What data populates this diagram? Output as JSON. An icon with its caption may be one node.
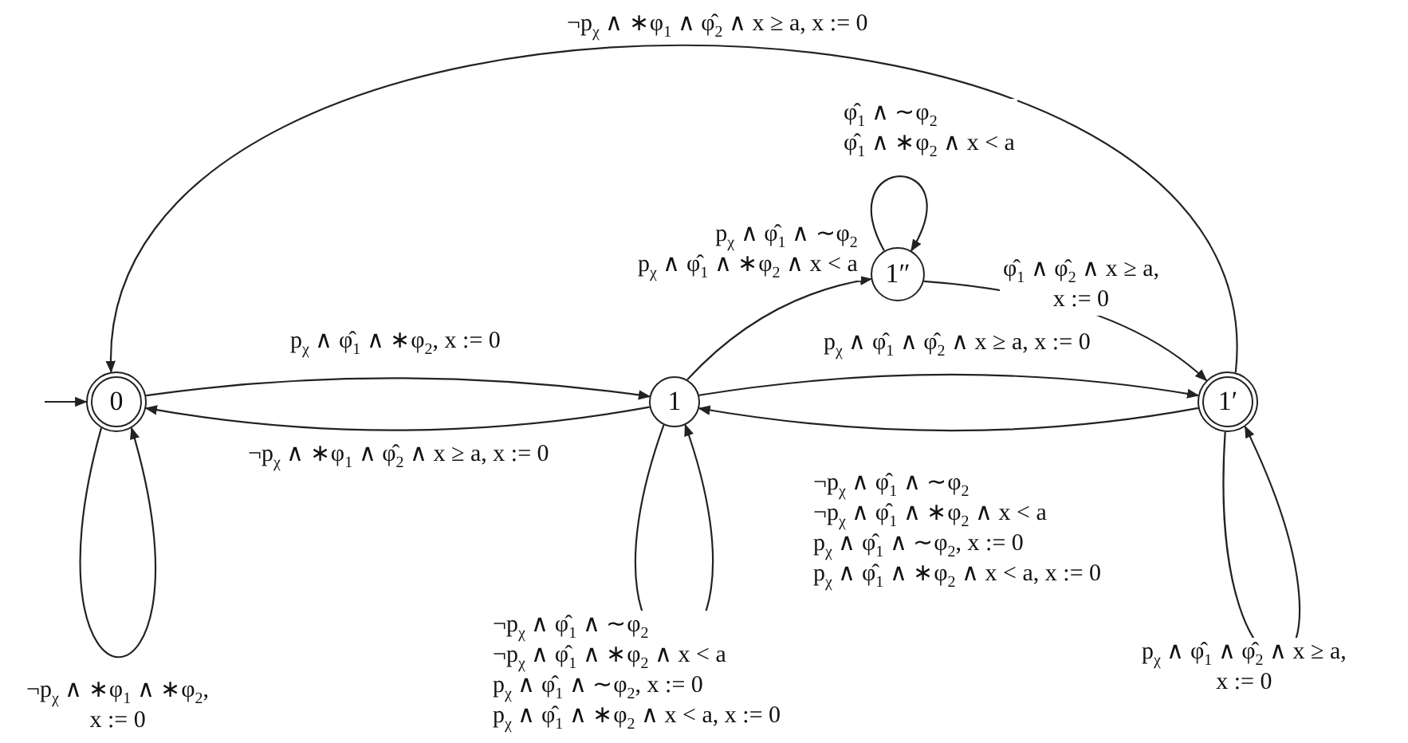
{
  "diagram": {
    "nodes": [
      {
        "text": [
          "0"
        ]
      },
      {
        "text": [
          "1"
        ]
      },
      {
        "text": [
          "1″"
        ]
      },
      {
        "text": [
          "1′"
        ]
      }
    ],
    "edges": [
      {
        "from": null,
        "to": 0,
        "arrow": "to"
      },
      {
        "from": 0,
        "to": 1,
        "arrow": "to",
        "label": "p$_{χ}$ ∧ φ̂$_{1}$ ∧ ∗φ$_{2}$, x := 0"
      },
      {
        "from": 1,
        "to": 0,
        "arrow": "to",
        "label": "¬p$_{χ}$ ∧ ∗φ$_{1}$ ∧ φ̂$_{2}$ ∧ x ≥ a, x := 0"
      },
      {
        "from": 0,
        "to": 0,
        "arrow": "to",
        "label": "¬p$_{χ}$ ∧ ∗φ$_{1}$ ∧ ∗φ$_{2}$, x := 0"
      },
      {
        "from": 1,
        "to": 2,
        "arrow": "to",
        "label": "p$_{χ}$ ∧ φ̂$_{1}$ ∧ ∼φ$_{2}$ p$_{χ}$ ∧ φ̂$_{1}$ ∧ ∗φ$_{2}$ ∧ x < a"
      },
      {
        "from": 2,
        "to": 2,
        "arrow": "to",
        "label": "φ̂$_{1}$ ∧ ∼φ$_{2}$ φ̂$_{1}$ ∧ ∗φ$_{2}$ ∧ x < a"
      },
      {
        "from": 2,
        "to": 3,
        "arrow": "to",
        "label": "φ̂$_{1}$ ∧ φ̂$_{2}$ ∧ x ≥ a, x := 0"
      },
      {
        "from": 1,
        "to": 3,
        "arrow": "to",
        "label": "p$_{χ}$ ∧ φ̂$_{1}$ ∧ φ̂$_{2}$ ∧ x ≥ a, x := 0"
      },
      {
        "from": 3,
        "to": 1,
        "arrow": "to",
        "label": "¬p$_{χ}$ ∧ φ̂$_{1}$ ∧ ∼φ$_{2}$ ¬p$_{χ}$ ∧ φ̂$_{1}$ ∧ ∗φ$_{2}$ ∧ x < a p$_{χ}$ ∧ φ̂$_{1}$ ∧ ∼φ$_{2}$, x := 0 p$_{χ}$ ∧ φ̂$_{1}$ ∧ ∗φ$_{2}$ ∧ x < a, x := 0"
      },
      {
        "from": 1,
        "to": 1,
        "arrow": "to",
        "label": "¬p$_{χ}$ ∧ φ̂$_{1}$ ∧ ∼φ$_{2}$ ¬p$_{χ}$ ∧ φ̂$_{1}$ ∧ ∗φ$_{2}$ ∧ x < a p$_{χ}$ ∧ φ̂$_{1}$ ∧ ∼φ$_{2}$, x := 0 p$_{χ}$ ∧ φ̂$_{1}$ ∧ ∗φ$_{2}$ ∧ x < a, x := 0"
      },
      {
        "from": 3,
        "to": 3,
        "arrow": "to",
        "label": "p$_{χ}$ ∧ φ̂$_{1}$ ∧ φ̂$_{2}$ ∧ x ≥ a, x := 0"
      },
      {
        "from": 3,
        "to": 0,
        "arrow": "to",
        "label": "¬p$_{χ}$ ∧ ∗φ$_{1}$ ∧ φ̂$_{2}$ ∧ x ≥ a, x := 0"
      }
    ]
  }
}
